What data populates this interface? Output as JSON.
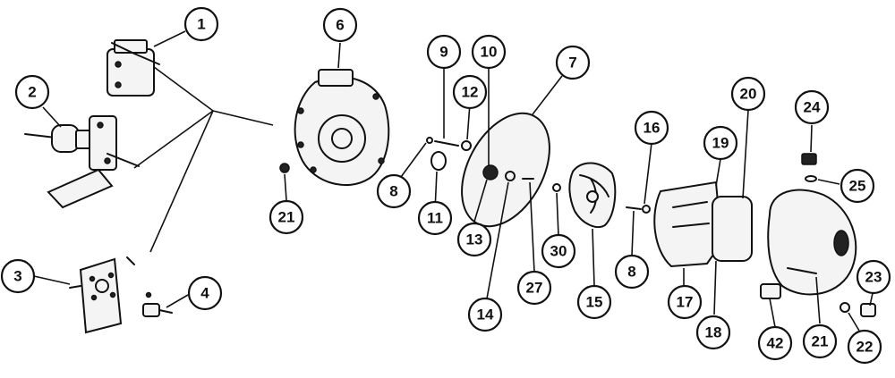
{
  "diagram": {
    "callouts": [
      {
        "id": "c1",
        "label": "1"
      },
      {
        "id": "c2",
        "label": "2"
      },
      {
        "id": "c3",
        "label": "3"
      },
      {
        "id": "c4",
        "label": "4"
      },
      {
        "id": "c6",
        "label": "6"
      },
      {
        "id": "c7",
        "label": "7"
      },
      {
        "id": "c8a",
        "label": "8"
      },
      {
        "id": "c8b",
        "label": "8"
      },
      {
        "id": "c9",
        "label": "9"
      },
      {
        "id": "c10",
        "label": "10"
      },
      {
        "id": "c11",
        "label": "11"
      },
      {
        "id": "c12",
        "label": "12"
      },
      {
        "id": "c13",
        "label": "13"
      },
      {
        "id": "c14",
        "label": "14"
      },
      {
        "id": "c15",
        "label": "15"
      },
      {
        "id": "c16",
        "label": "16"
      },
      {
        "id": "c17",
        "label": "17"
      },
      {
        "id": "c18",
        "label": "18"
      },
      {
        "id": "c19",
        "label": "19"
      },
      {
        "id": "c20",
        "label": "20"
      },
      {
        "id": "c21a",
        "label": "21"
      },
      {
        "id": "c21b",
        "label": "21"
      },
      {
        "id": "c22",
        "label": "22"
      },
      {
        "id": "c23",
        "label": "23"
      },
      {
        "id": "c24",
        "label": "24"
      },
      {
        "id": "c25",
        "label": "25"
      },
      {
        "id": "c27",
        "label": "27"
      },
      {
        "id": "c30",
        "label": "30"
      },
      {
        "id": "c42",
        "label": "42"
      }
    ]
  }
}
